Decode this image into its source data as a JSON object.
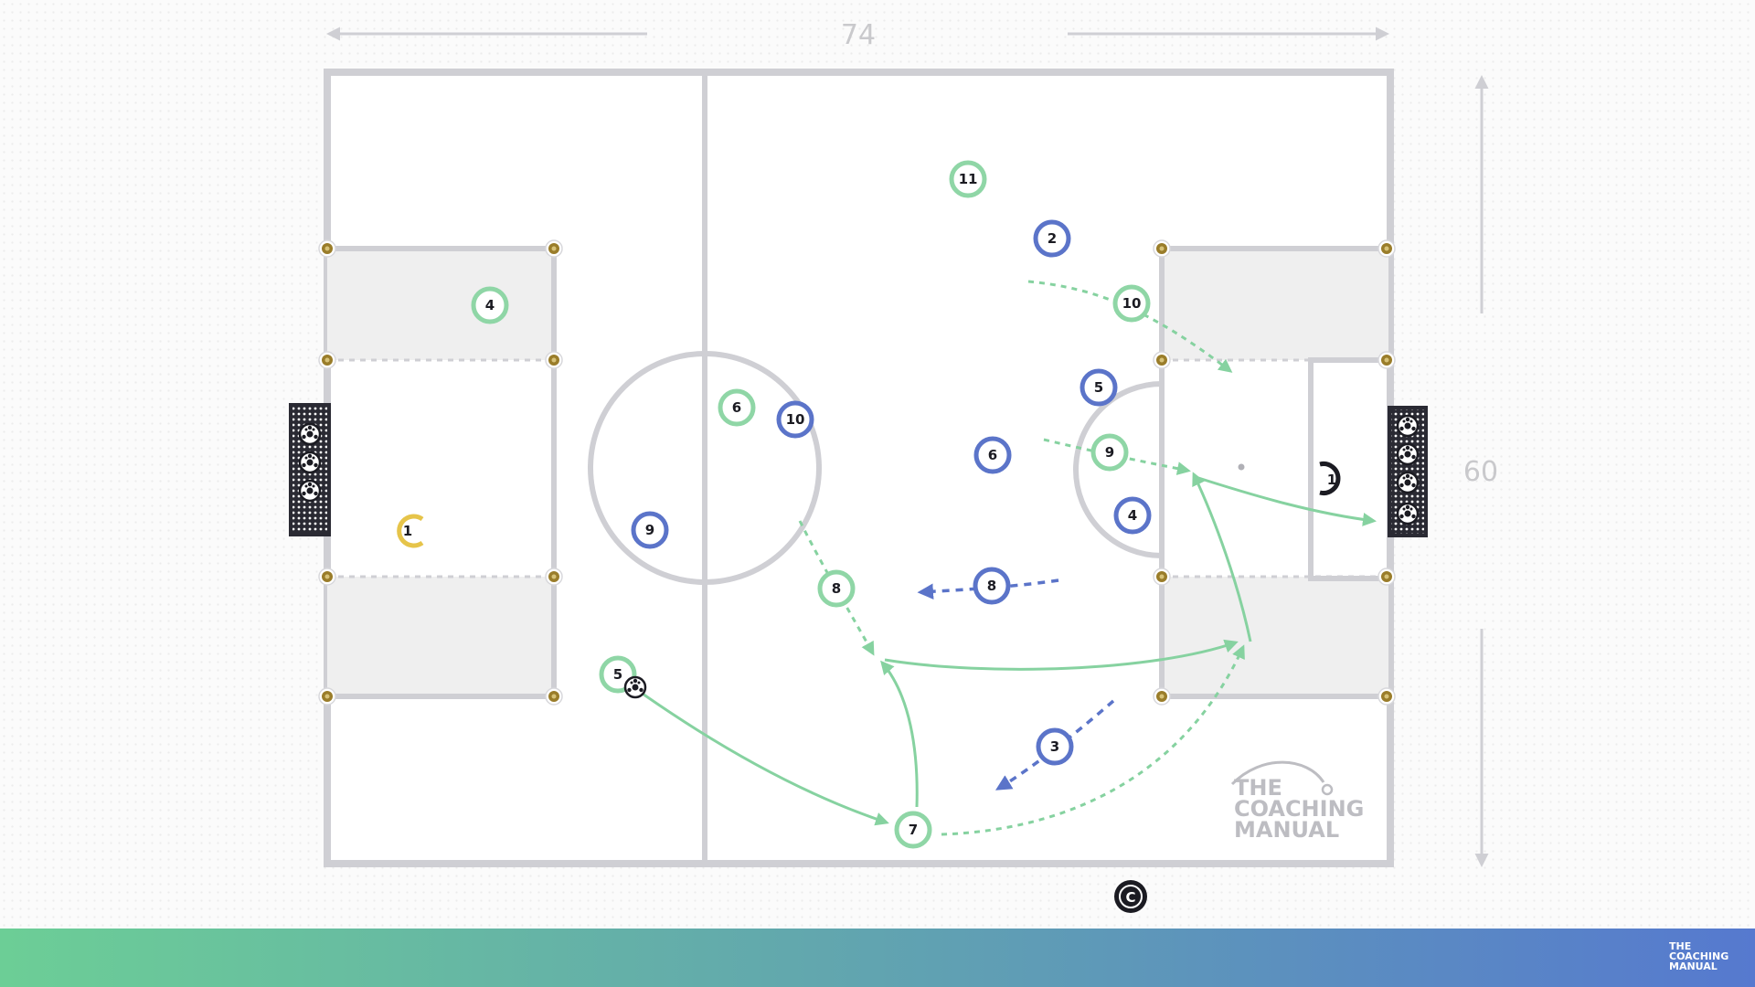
{
  "field": {
    "length_label": "74",
    "width_label": "60"
  },
  "colors": {
    "team_green": "#8fd6a6",
    "team_blue": "#5b74c9",
    "keeper_yellow": "#e6c44a",
    "line_gray": "#cfcfd4",
    "zone_fill": "#efefef",
    "cone": "#9a7d2a",
    "arrow_green": "#86d2a0",
    "arrow_blue": "#5b74c9",
    "bar_start": "#6cce96",
    "bar_end": "#5679cf"
  },
  "players": {
    "green": {
      "gk": "1",
      "p4": "4",
      "p5": "5",
      "p6": "6",
      "p7": "7",
      "p8": "8",
      "p9": "9",
      "p10": "10",
      "p11": "11"
    },
    "blue": {
      "gk": "1",
      "p2": "2",
      "p3": "3",
      "p4": "4",
      "p5": "5",
      "p6": "6",
      "p8": "8",
      "p9": "9",
      "p10": "10"
    }
  },
  "coach_marker": "C",
  "watermark": {
    "line1": "THE",
    "line2": "COACHING",
    "line3": "MANUAL"
  },
  "brand": {
    "line1": "THE",
    "line2": "COACHING",
    "line3": "MANUAL"
  },
  "icons": {
    "ball": "soccer-ball-icon",
    "goal": "goal-net-icon",
    "cone": "cone-marker-icon",
    "logo": "coaching-manual-logo-icon"
  }
}
